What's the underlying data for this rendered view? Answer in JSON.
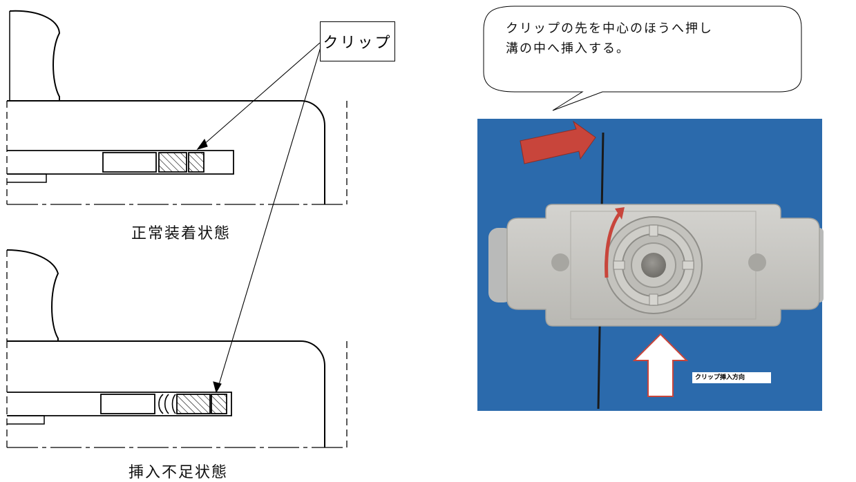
{
  "labels": {
    "clip": "クリップ",
    "normal_state": "正常装着状態",
    "insufficient_state": "挿入不足状態"
  },
  "callout": {
    "line1": "クリップの先を中心のほうへ押し",
    "line2": "溝の中へ挿入する。"
  },
  "photo": {
    "direction_label": "クリップ挿入方向",
    "background_color": "#2f6fb0",
    "part_color": "#c9c7c2",
    "arrow_color": "#c8453b"
  }
}
